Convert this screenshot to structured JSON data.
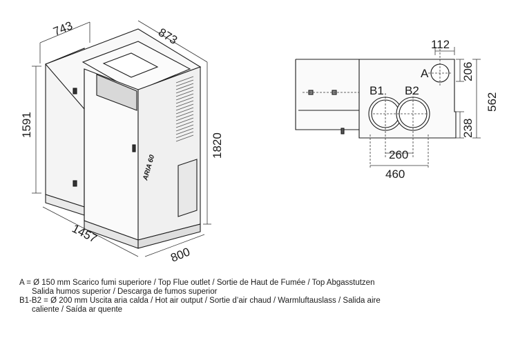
{
  "product": {
    "model": "ARIA 60"
  },
  "perspective_dims": {
    "top_depth": "743",
    "top_width": "873",
    "height_left": "1591",
    "height_right": "1820",
    "bottom_width": "1457",
    "bottom_depth": "800"
  },
  "top_view": {
    "dims": {
      "a_offset": "112",
      "a_height": "206",
      "total": "562",
      "b_height": "238",
      "b_spacing": "260",
      "b_span": "460"
    },
    "labels": {
      "a": "A",
      "b1": "B1",
      "b2": "B2"
    }
  },
  "legend": {
    "line1": "A = Ø 150 mm  Scarico fumi superiore / Top Flue outlet / Sortie de Haut de Fumée / Top Abgasstutzen",
    "line1b": "Salida humos superior / Descarga de fumos superior",
    "line2": "B1-B2 = Ø 200 mm Uscita aria calda / Hot air output / Sortie d’air chaud / Warmluftauslass / Salida aire",
    "line2b": "caliente / Saída ar quente"
  }
}
